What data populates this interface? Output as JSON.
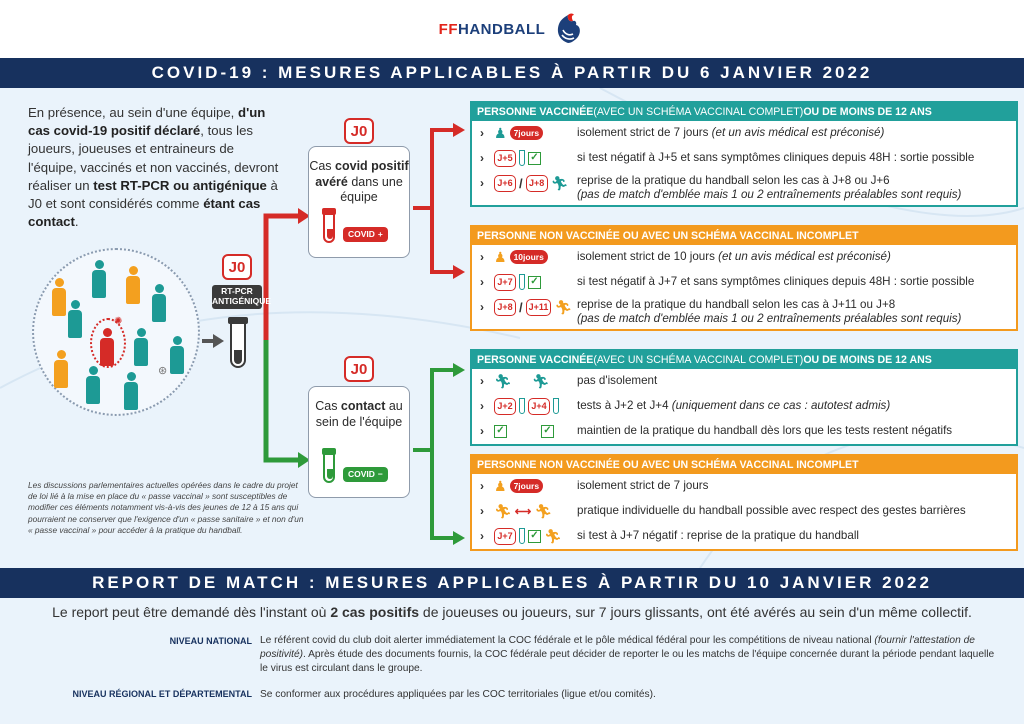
{
  "header": {
    "logo_ff": "FF",
    "logo_handball": "HANDBALL"
  },
  "banner_top": "COVID-19 : MESURES APPLICABLES À PARTIR DU 6 JANVIER 2022",
  "intro": {
    "p1": "En présence, au sein d'une équipe, ",
    "p1_bold": "d'un cas covid-19 positif déclaré",
    "p2": ", tous les joueurs, joueuses et entraineurs de l'équipe, vaccinés et non vaccinés, devront réaliser un ",
    "p2_bold": "test RT-PCR ou antigénique",
    "p3": " à J0 et sont considérés comme ",
    "p3_bold": "étant cas contact",
    "p4": "."
  },
  "rtpcr": {
    "j0": "J0",
    "label": "RT-PCR ANTIGÉNIQUE"
  },
  "disclaimer": "Les discussions parlementaires actuelles opérées dans le cadre du projet de loi lié à la mise en place du « passe vaccinal » sont susceptibles de modifier ces éléments notamment vis-à-vis des jeunes de 12 à 15 ans qui pourraient ne conserver que l'exigence d'un « passe sanitaire » et non d'un « passe vaccinal » pour accéder à la pratique du handball.",
  "case_positive": {
    "j0": "J0",
    "l1": "Cas ",
    "l1_bold": "covid positif avéré",
    "l2": " dans une équipe",
    "badge": "COVID"
  },
  "case_contact": {
    "j0": "J0",
    "l1": "Cas ",
    "l1_bold": "contact",
    "l2": " au sein de l'équipe",
    "badge": "COVID"
  },
  "panels": [
    {
      "header_bold1": "PERSONNE VACCINÉE",
      "header_thin": " (AVEC UN SCHÉMA VACCINAL COMPLET)",
      "header_bold2": " OU DE MOINS DE 12 ANS",
      "rows": [
        {
          "pill": "7jours",
          "text": "isolement strict de 7 jours ",
          "text_italic": "(et un avis médical est préconisé)"
        },
        {
          "j1": "J+5",
          "text": "si test négatif à J+5 et sans symptômes cliniques depuis 48H : sortie possible"
        },
        {
          "j1": "J+6",
          "j2": "J+8",
          "text": "reprise de la pratique du handball selon les cas à J+8 ou J+6",
          "text2": "(pas de match d'emblée mais 1 ou 2 entraînements préalables sont requis)"
        }
      ]
    },
    {
      "header_bold1": "PERSONNE NON VACCINÉE OU AVEC UN SCHÉMA VACCINAL INCOMPLET",
      "rows": [
        {
          "pill": "10jours",
          "text": "isolement strict de 10 jours ",
          "text_italic": "(et un avis médical est préconisé)"
        },
        {
          "j1": "J+7",
          "text": "si test négatif à J+7 et sans symptômes cliniques depuis 48H : sortie possible"
        },
        {
          "j1": "J+8",
          "j2": "J+11",
          "text": "reprise de la pratique du handball selon les cas à J+11 ou J+8",
          "text2": "(pas de match d'emblée mais 1 ou 2 entraînements préalables sont requis)"
        }
      ]
    },
    {
      "header_bold1": "PERSONNE VACCINÉE",
      "header_thin": " (AVEC UN SCHÉMA VACCINAL COMPLET)",
      "header_bold2": " OU DE MOINS DE 12 ANS",
      "rows": [
        {
          "text": "pas d'isolement"
        },
        {
          "j1": "J+2",
          "j2": "J+4",
          "text": "tests à J+2 et J+4 ",
          "text_italic": "(uniquement dans ce cas : autotest admis)"
        },
        {
          "text": "maintien de la pratique du handball dès lors que les tests restent négatifs"
        }
      ]
    },
    {
      "header_bold1": "PERSONNE NON VACCINÉE OU AVEC UN SCHÉMA VACCINAL INCOMPLET",
      "rows": [
        {
          "pill": "7jours",
          "text": "isolement strict de 7 jours"
        },
        {
          "text": "pratique individuelle du handball possible avec respect des gestes barrières"
        },
        {
          "j1": "J+7",
          "text": "si test à J+7 négatif : reprise de la pratique du handball"
        }
      ]
    }
  ],
  "banner_bottom": "REPORT DE MATCH : MESURES APPLICABLES À PARTIR DU 10 JANVIER 2022",
  "report": {
    "lead1": "Le report peut être demandé dès l'instant où ",
    "lead_bold": "2 cas positifs",
    "lead2": " de joueuses ou joueurs, sur 7 jours glissants, ont été avérés au sein d'un même collectif.",
    "national_label": "NIVEAU NATIONAL",
    "national_text1": "Le référent covid du club doit alerter immédiatement la COC fédérale et le pôle médical fédéral pour les compétitions de niveau national ",
    "national_italic": "(fournir l'attestation de positivité)",
    "national_text2": ". Après étude des documents fournis, la COC fédérale peut décider de reporter le ou les matchs de l'équipe concernée durant la période pendant laquelle le virus est circulant dans le groupe.",
    "regional_label": "NIVEAU RÉGIONAL ET DÉPARTEMENTAL",
    "regional_text": "Se conformer aux procédures appliquées par les COC territoriales (ligue et/ou comités)."
  },
  "colors": {
    "navy": "#17315e",
    "teal": "#21a09b",
    "orange": "#f39a1e",
    "red": "#d52b27",
    "green": "#2e9a3a"
  },
  "icons": [
    "rooster-logo-icon",
    "person-icon",
    "virus-icon",
    "test-tube-icon",
    "check-icon",
    "runner-icon",
    "chevron-right-icon",
    "arrow-icon",
    "ball-icon"
  ]
}
